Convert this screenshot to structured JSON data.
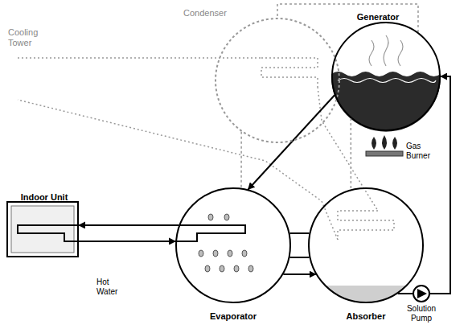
{
  "diagram": {
    "nodes": [
      {
        "text": [
          "Condenser"
        ]
      },
      {
        "text": [
          "Generator"
        ]
      },
      {
        "text": [
          "Indoor Unit"
        ]
      },
      {
        "text": [
          "Evaporator"
        ]
      },
      {
        "text": [
          "Absorber"
        ]
      },
      {
        "text": [
          "Solution Pump"
        ]
      }
    ],
    "edges": [
      {
        "from": 1,
        "to": 0,
        "arrow": "none"
      },
      {
        "from": 1,
        "to": 3,
        "arrow": "to"
      },
      {
        "from": 0,
        "to": 3,
        "arrow": "none"
      },
      {
        "from": 3,
        "to": 2,
        "arrow": "to"
      },
      {
        "from": 2,
        "to": 3,
        "arrow": "to"
      },
      {
        "from": 3,
        "to": 4,
        "arrow": "to"
      },
      {
        "from": 4,
        "to": 5,
        "arrow": "none"
      },
      {
        "from": 5,
        "to": 1,
        "arrow": "to"
      },
      {
        "from": 1,
        "to": 4,
        "arrow": "none"
      }
    ],
    "labels": [
      "Cooling Tower",
      "Gas Burner",
      "Hot Water"
    ]
  }
}
